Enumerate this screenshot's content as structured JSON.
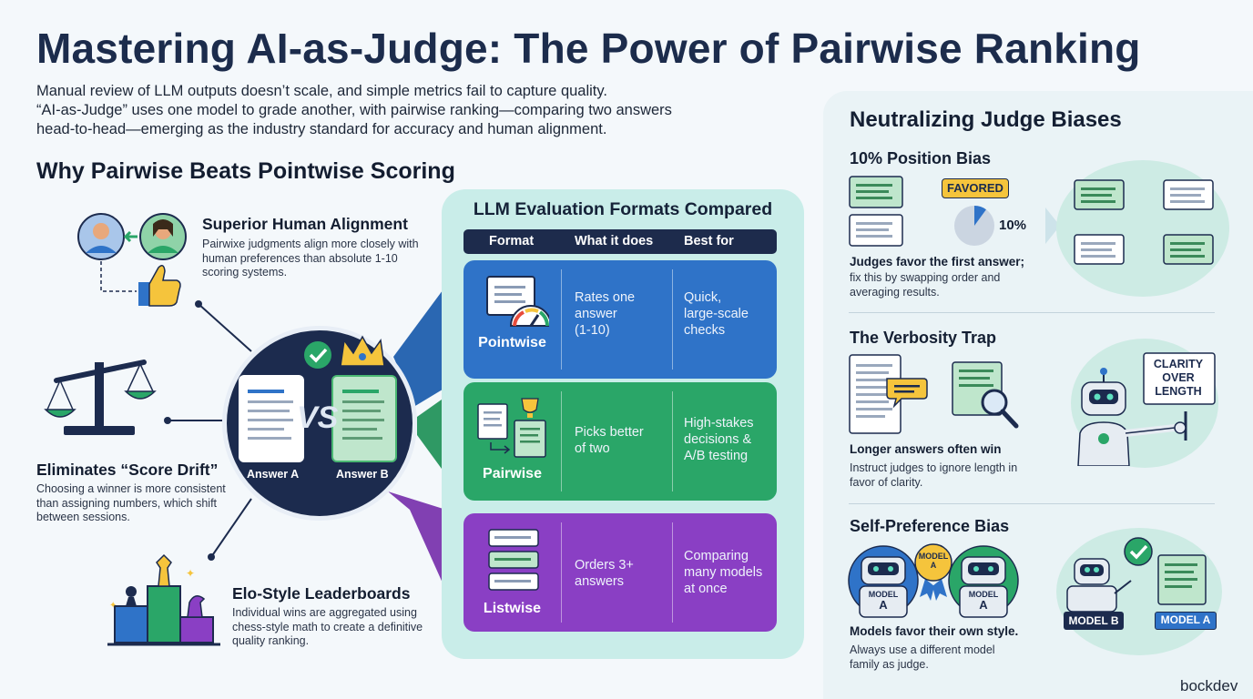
{
  "title": "Mastering AI-as-Judge: The Power of Pairwise Ranking",
  "intro": {
    "line1": "Manual review of LLM outputs doesn’t scale, and simple metrics fail to capture quality.",
    "line2": "“AI-as-Judge” uses one model to grade another, with pairwise ranking—comparing two answers",
    "line3": "head-to-head—emerging as the industry standard for accuracy and human alignment."
  },
  "why_section": {
    "heading": "Why Pairwise Beats Pointwise Scoring",
    "features": [
      {
        "title": "Superior Human Alignment",
        "desc": "Pairwixe judgments align more closely with human preferences than absolute 1-10 scoring systems."
      },
      {
        "title": "Eliminates “Score Drift”",
        "desc": "Choosing a winner is more consistent than assigning numbers, which shift between sessions."
      },
      {
        "title": "Elo-Style Leaderboards",
        "desc": "Individual wins are aggregated using chess-style math to create a definitive quality ranking."
      }
    ],
    "center": {
      "vs": "VS",
      "answer_a": "Answer A",
      "answer_b": "Answer B"
    }
  },
  "table": {
    "title": "LLM Evaluation Formats Compared",
    "headers": [
      "Format",
      "What it does",
      "Best for"
    ],
    "rows": [
      {
        "format": "Pointwise",
        "what_lines": [
          "Rates one",
          "answer",
          "(1-10)"
        ],
        "best_lines": [
          "Quick,",
          "large-scale",
          "checks"
        ]
      },
      {
        "format": "Pairwise",
        "what_lines": [
          "Picks better",
          "of two"
        ],
        "best_lines": [
          "High-stakes",
          "decisions &",
          "A/B testing"
        ]
      },
      {
        "format": "Listwise",
        "what_lines": [
          "Orders 3+",
          "answers"
        ],
        "best_lines": [
          "Comparing",
          "many models",
          "at once"
        ]
      }
    ]
  },
  "biases": {
    "title": "Neutralizing Judge Biases",
    "position": {
      "heading": "10% Position Bias",
      "badge": "FAVORED",
      "percent": "10%",
      "pie_fraction": 0.1,
      "bold": "Judges favor the first answer;",
      "desc": "fix this by swapping order and averaging results."
    },
    "verbosity": {
      "heading": "The Verbosity Trap",
      "sign_lines": [
        "CLARITY",
        "OVER",
        "LENGTH"
      ],
      "bold": "Longer answers often win",
      "desc": "Instruct judges to ignore length in favor of clarity."
    },
    "self_pref": {
      "heading": "Self-Preference Bias",
      "badge": "MODEL A",
      "robot_model_label": "MODEL",
      "robot_letter": "A",
      "tag_b": "MODEL B",
      "tag_a": "MODEL A",
      "bold": "Models favor their own style.",
      "desc": "Always use a different model family as judge."
    }
  },
  "footer": "bockdev",
  "colors": {
    "navy": "#1c2b4e",
    "blue": "#2f73c8",
    "green": "#2aa668",
    "purple": "#8a3fc4",
    "teal": "#c9ede9",
    "gold": "#f5c43c"
  }
}
